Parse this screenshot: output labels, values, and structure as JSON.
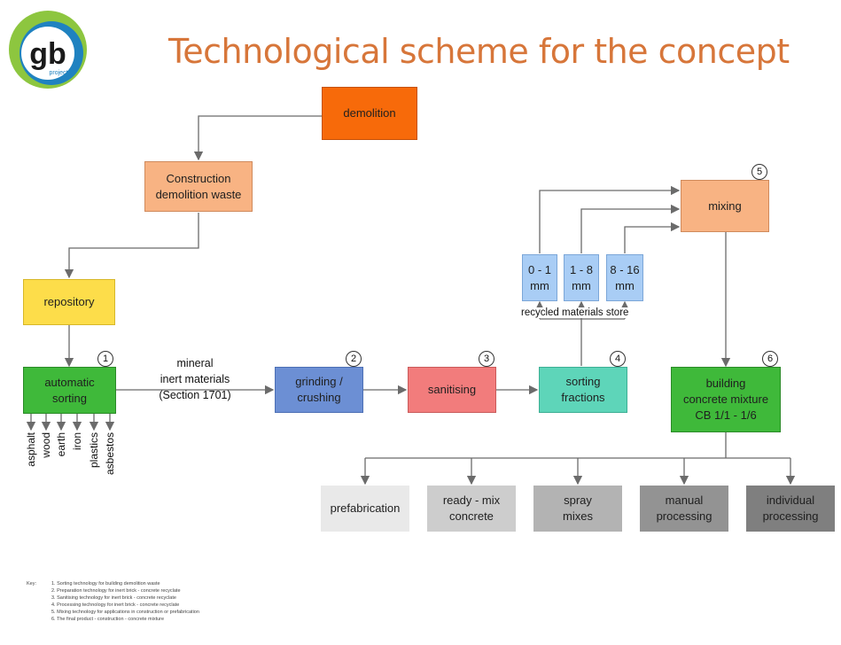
{
  "title": "Technological scheme for the concept",
  "logo": {
    "text": "gb",
    "subtext": "project",
    "colors": [
      "#8dc63f",
      "#1f82c0"
    ]
  },
  "nodes": {
    "demolition": {
      "label": "demolition",
      "color": "#f76a0a"
    },
    "cdw": {
      "label": "Construction\ndemolition waste",
      "color": "#f8b383"
    },
    "repository": {
      "label": "repository",
      "color": "#fddd4a"
    },
    "sorting": {
      "label": "automatic\nsorting",
      "color": "#3fb93a",
      "number": "1"
    },
    "grinding": {
      "label": "grinding /\ncrushing",
      "color": "#6c8fd4",
      "number": "2"
    },
    "sanitising": {
      "label": "sanitising",
      "color": "#f27c7c",
      "number": "3"
    },
    "fractions": {
      "label": "sorting\nfractions",
      "color": "#5ed5b9",
      "number": "4"
    },
    "mixing": {
      "label": "mixing",
      "color": "#f8b383",
      "number": "5"
    },
    "building": {
      "label": "building\nconcrete mixture\nCB 1/1 - 1/6",
      "color": "#3fb93a",
      "number": "6"
    },
    "f1": {
      "label": "0 - 1\nmm",
      "color": "#a9cdf5"
    },
    "f2": {
      "label": "1 - 8\nmm",
      "color": "#a9cdf5"
    },
    "f3": {
      "label": "8 - 16\nmm",
      "color": "#a9cdf5"
    },
    "prefab": {
      "label": "prefabrication",
      "color": "#e9e9e9"
    },
    "readymix": {
      "label": "ready - mix\nconcrete",
      "color": "#cdcdcd"
    },
    "spray": {
      "label": "spray\nmixes",
      "color": "#b3b3b3"
    },
    "manual": {
      "label": "manual\nprocessing",
      "color": "#939393"
    },
    "individual": {
      "label": "individual\nprocessing",
      "color": "#7f7f7f"
    }
  },
  "edge_label": "mineral\ninert materials\n(Section 1701)",
  "store_label": "recycled materials store",
  "sorted_outputs": [
    "asphalt",
    "wood",
    "earth",
    "iron",
    "plastics",
    "asbestos"
  ],
  "key": {
    "label": "Key:",
    "items": [
      "1. Sorting technology for building demolition waste",
      "2. Preparation technology for inert brick - concrete recyclate",
      "3. Sanitising technology for inert brick - concrete recyclate",
      "4. Processing technology for inert brick - concrete recyclate",
      "5. Mixing technology for applications in construction or prefabrication",
      "6. The final product - construction - concrete mixture"
    ]
  }
}
